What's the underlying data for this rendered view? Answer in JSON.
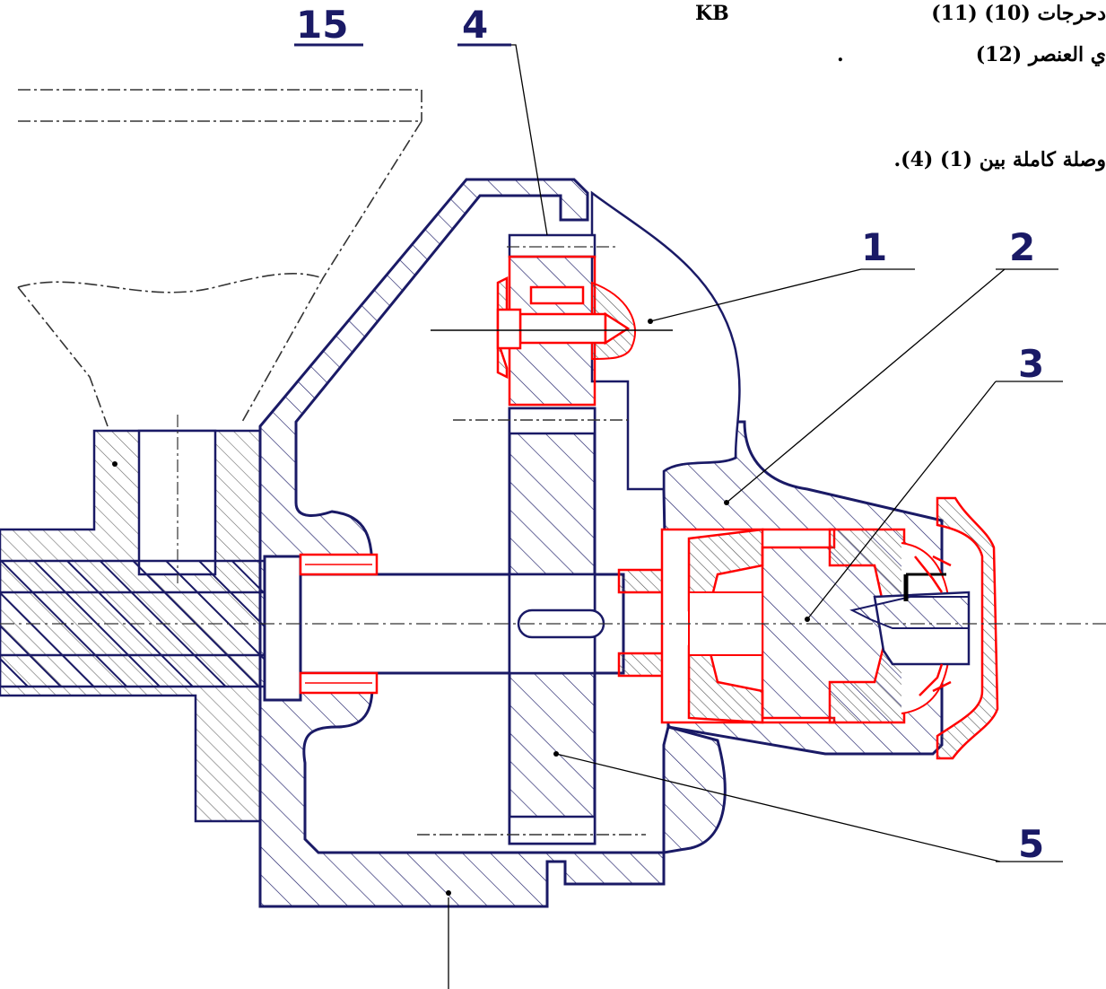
{
  "text_lines": [
    {
      "id": "line1_bearings",
      "text": "دحرجات (10)   (11)"
    },
    {
      "id": "line1_kb",
      "text": "KB"
    },
    {
      "id": "line2_element",
      "text": "ي العنصر (12)"
    },
    {
      "id": "line2_dot",
      "text": "."
    },
    {
      "id": "line3_connection",
      "text": "وصلة كاملة بين (1)   (4)."
    }
  ],
  "part_labels": [
    {
      "id": "15",
      "text": "15"
    },
    {
      "id": "4",
      "text": "4"
    },
    {
      "id": "1",
      "text": "1"
    },
    {
      "id": "2",
      "text": "2"
    },
    {
      "id": "3",
      "text": "3"
    },
    {
      "id": "5",
      "text": "5"
    }
  ],
  "colors": {
    "outline": "#1a1a66",
    "highlight": "#ff0000",
    "hatch": "#6a6a6a",
    "background": "#ffffff"
  }
}
